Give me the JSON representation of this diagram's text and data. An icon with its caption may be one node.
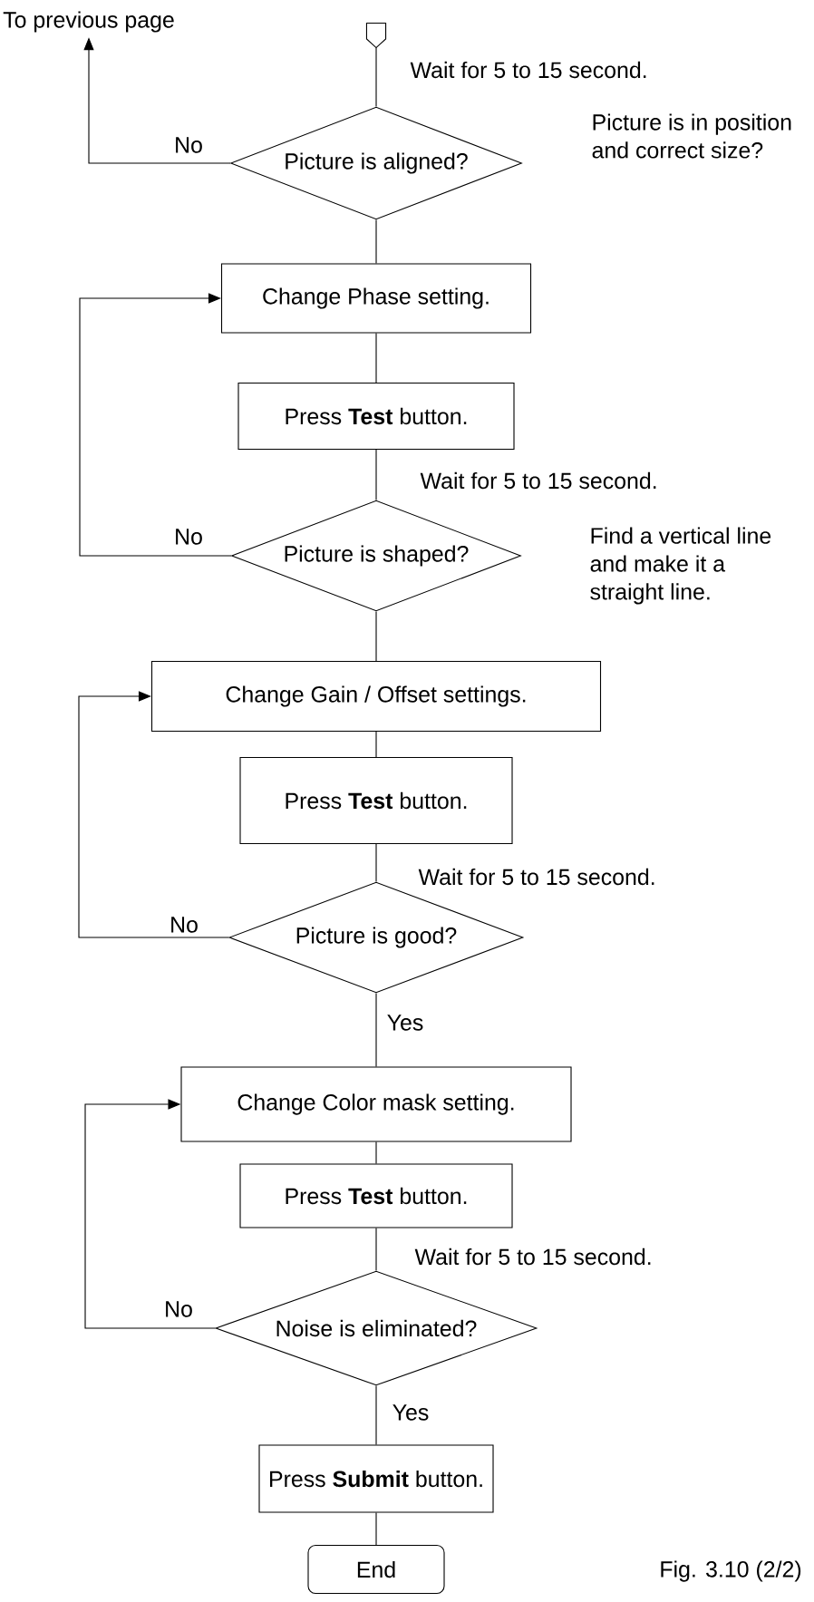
{
  "diagram": {
    "caption": "Fig. 3.10 (2/2)",
    "nodes": [
      {
        "text": [
          "To previous page"
        ]
      },
      {
        "text": [],
        "shape": "pentagon"
      },
      {
        "text": [
          "Picture is aligned?"
        ],
        "beside": [
          "Picture is in position and correct size?"
        ]
      },
      {
        "text": [
          "Change Phase setting."
        ]
      },
      {
        "text": [
          "Press **Test** button."
        ]
      },
      {
        "text": [
          "Picture is shaped?"
        ],
        "beside": [
          "Find a vertical line and make it a straight line."
        ]
      },
      {
        "text": [
          "Change Gain / Offset settings."
        ]
      },
      {
        "text": [
          "Press **Test** button."
        ]
      },
      {
        "text": [
          "Picture is good?"
        ]
      },
      {
        "text": [
          "Change Color mask setting."
        ]
      },
      {
        "text": [
          "Press **Test** button."
        ]
      },
      {
        "text": [
          "Noise is eliminated?"
        ]
      },
      {
        "text": [
          "Press **Submit** button."
        ]
      },
      {
        "text": [
          "End"
        ]
      }
    ],
    "edges": [
      {
        "from": 1,
        "to": 2,
        "arrow": "none",
        "label": "Wait for 5 to 15 second."
      },
      {
        "from": 2,
        "to": 0,
        "arrow": "to",
        "label": "No"
      },
      {
        "from": 2,
        "to": 3,
        "arrow": "none"
      },
      {
        "from": 3,
        "to": 4,
        "arrow": "none"
      },
      {
        "from": 4,
        "to": 5,
        "arrow": "none",
        "label": "Wait for 5 to 15 second."
      },
      {
        "from": 5,
        "to": 3,
        "arrow": "to",
        "label": "No"
      },
      {
        "from": 5,
        "to": 6,
        "arrow": "none"
      },
      {
        "from": 6,
        "to": 7,
        "arrow": "none"
      },
      {
        "from": 7,
        "to": 8,
        "arrow": "none",
        "label": "Wait for 5 to 15 second."
      },
      {
        "from": 8,
        "to": 6,
        "arrow": "to",
        "label": "No"
      },
      {
        "from": 8,
        "to": 9,
        "arrow": "none",
        "label": "Yes"
      },
      {
        "from": 9,
        "to": 10,
        "arrow": "none"
      },
      {
        "from": 10,
        "to": 11,
        "arrow": "none",
        "label": "Wait for 5 to 15 second."
      },
      {
        "from": 11,
        "to": 9,
        "arrow": "to",
        "label": "No"
      },
      {
        "from": 11,
        "to": 12,
        "arrow": "none",
        "label": "Yes"
      },
      {
        "from": 12,
        "to": 13,
        "arrow": "none"
      }
    ]
  }
}
